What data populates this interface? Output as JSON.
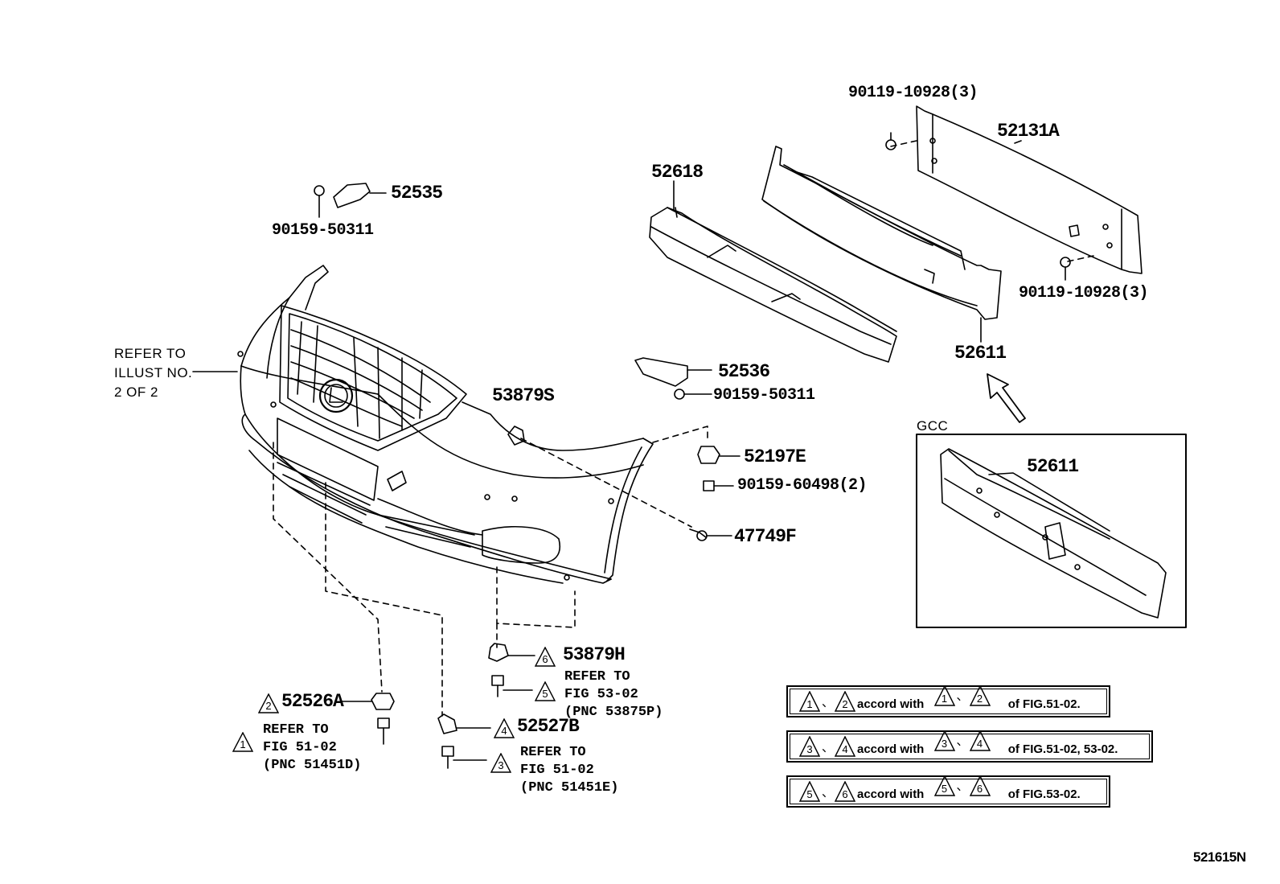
{
  "callouts": {
    "p52535": "52535",
    "p90159_50311_a": "90159-50311",
    "refer_illust_1": "REFER TO",
    "refer_illust_2": "ILLUST NO.",
    "refer_illust_3": "2 OF 2",
    "p53879s": "53879S",
    "p52618": "52618",
    "p90119_top": "90119-10928(3)",
    "p52131a": "52131A",
    "p90119_bottom": "90119-10928(3)",
    "p52611": "52611",
    "p52536": "52536",
    "p90159_50311_b": "90159-50311",
    "p52197e": "52197E",
    "p90159_60498": "90159-60498(2)",
    "p47749f": "47749F",
    "gcc_label": "GCC",
    "gcc_part": "52611",
    "p53879h": "53879H",
    "ref_53_line1": "REFER TO",
    "ref_53_line2": "FIG 53-02",
    "ref_53_line3": "(PNC 53875P)",
    "p52526a": "52526A",
    "ref_51d_line1": "REFER TO",
    "ref_51d_line2": "FIG 51-02",
    "ref_51d_line3": "(PNC 51451D)",
    "p52527b": "52527B",
    "ref_51e_line1": "REFER TO",
    "ref_51e_line2": "FIG 51-02",
    "ref_51e_line3": "(PNC 51451E)"
  },
  "markers": {
    "m1": "1",
    "m2": "2",
    "m3": "3",
    "m4": "4",
    "m5": "5",
    "m6": "6"
  },
  "notes": [
    {
      "a": "1",
      "b": "2",
      "text": "accord with",
      "ref": "of FIG.51-02."
    },
    {
      "a": "3",
      "b": "4",
      "text": "accord with",
      "ref": "of FIG.51-02, 53-02."
    },
    {
      "a": "5",
      "b": "6",
      "text": "accord with",
      "ref": "of FIG.53-02."
    }
  ],
  "separator": "、",
  "illustration_id": "521615N"
}
